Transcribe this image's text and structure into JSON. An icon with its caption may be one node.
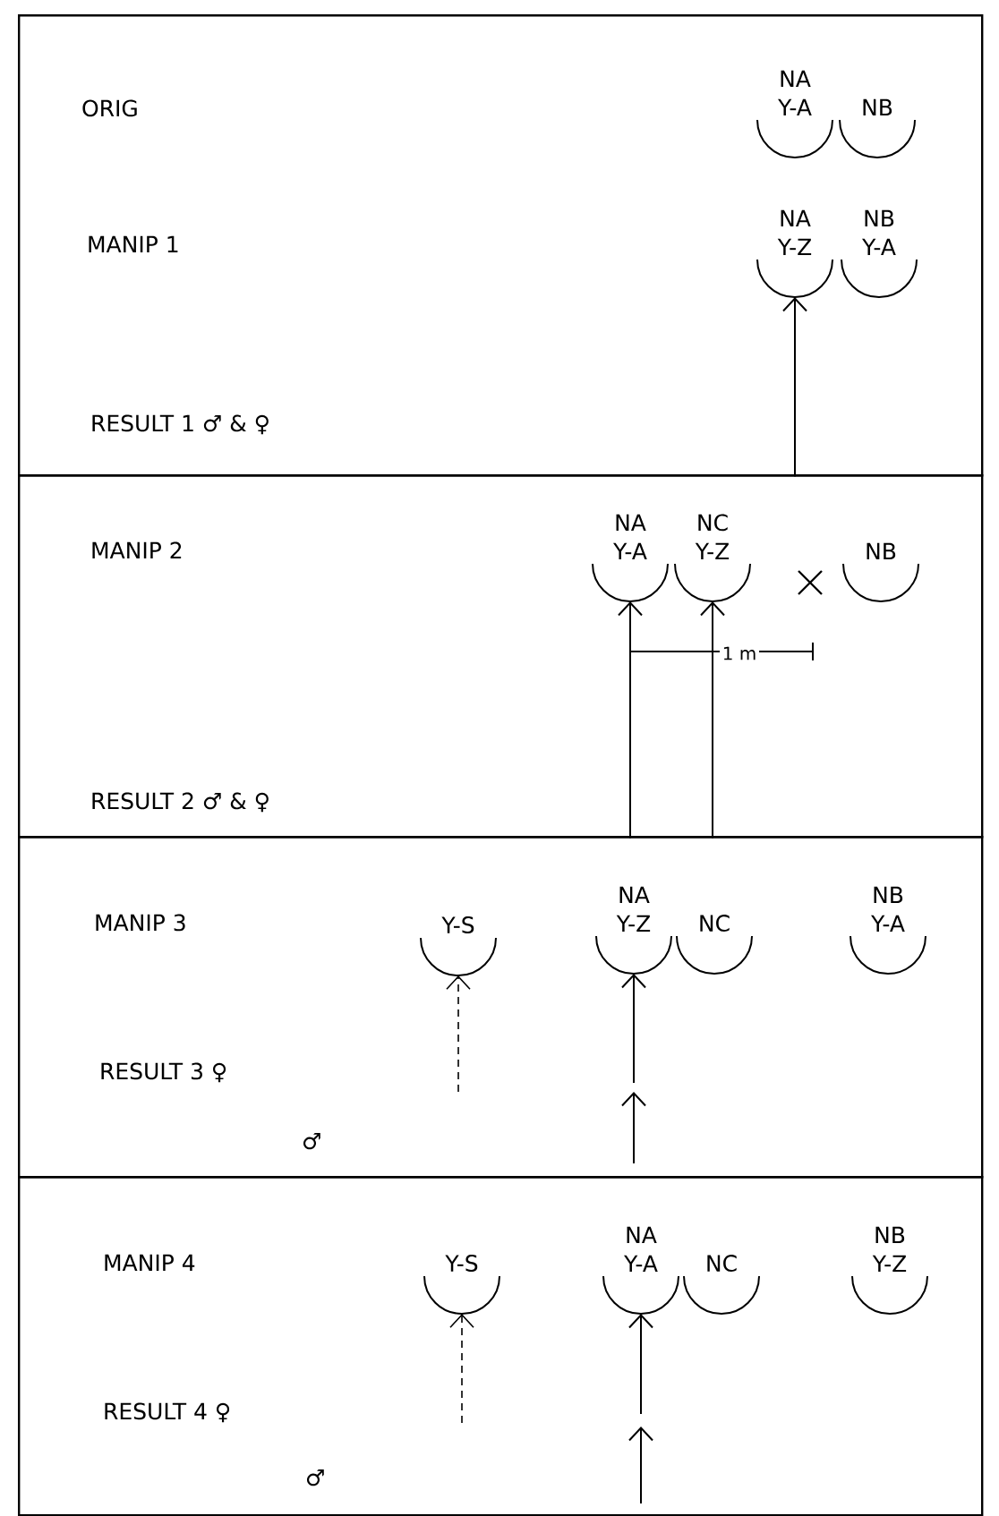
{
  "diagram": {
    "nodes": [
      {
        "text": [
          "ORIG",
          "MANIP 1",
          "RESULT 1 ♂ & ♀"
        ]
      },
      {
        "text": [
          "NA",
          "Y-A"
        ],
        "in": 0
      },
      {
        "text": [
          "NB"
        ],
        "in": 0
      },
      {
        "text": [
          "NA",
          "Y-Z"
        ],
        "in": 0
      },
      {
        "text": [
          "NB",
          "Y-A"
        ],
        "in": 0
      },
      {
        "text": [
          "MANIP 2",
          "RESULT 2 ♂ & ♀"
        ]
      },
      {
        "text": [
          "NA",
          "Y-A"
        ],
        "in": 5
      },
      {
        "text": [
          "NC",
          "Y-Z"
        ],
        "in": 5
      },
      {
        "text": [
          "NB"
        ],
        "in": 5
      },
      {
        "text": [
          "MANIP 3",
          "RESULT 3 ♀",
          "♂"
        ]
      },
      {
        "text": [
          "Y-S"
        ],
        "in": 9
      },
      {
        "text": [
          "NA",
          "Y-Z"
        ],
        "in": 9
      },
      {
        "text": [
          "NC"
        ],
        "in": 9
      },
      {
        "text": [
          "NB",
          "Y-A"
        ],
        "in": 9
      },
      {
        "text": [
          "MANIP 4",
          "RESULT 4 ♀",
          "♂"
        ]
      },
      {
        "text": [
          "Y-S"
        ],
        "in": 14
      },
      {
        "text": [
          "NA",
          "Y-A"
        ],
        "in": 14
      },
      {
        "text": [
          "NC"
        ],
        "in": 14
      },
      {
        "text": [
          "NB",
          "Y-Z"
        ],
        "in": 14
      }
    ],
    "edges": [
      {
        "from": 0,
        "to": 3,
        "arrow": "to"
      },
      {
        "from": 5,
        "to": 6,
        "arrow": "to"
      },
      {
        "from": 5,
        "to": 7,
        "arrow": "to"
      },
      {
        "from": null,
        "to": 10,
        "arrow": "to",
        "style": "dashed"
      },
      {
        "from": null,
        "to": 11,
        "arrow": "to"
      },
      {
        "from": null,
        "to": 15,
        "arrow": "to",
        "style": "dashed"
      },
      {
        "from": null,
        "to": 16,
        "arrow": "to"
      }
    ],
    "labels": [
      "1 m"
    ]
  }
}
